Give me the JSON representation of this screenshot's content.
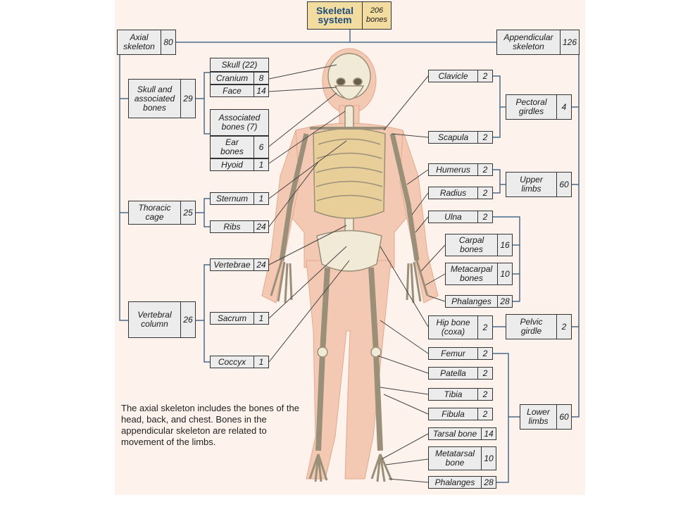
{
  "top": {
    "label": "Skeletal\nsystem",
    "count": "206",
    "unit": "bones"
  },
  "axial": {
    "label": "Axial\nskeleton",
    "count": "80"
  },
  "appendicular": {
    "label": "Appendicular\nskeleton",
    "count": "126"
  },
  "skull_assoc": {
    "label": "Skull and\nassociated\nbones",
    "count": "29"
  },
  "skull": {
    "label": "Skull (22)"
  },
  "cranium": {
    "label": "Cranium",
    "count": "8"
  },
  "face": {
    "label": "Face",
    "count": "14"
  },
  "associated": {
    "label": "Associated\nbones (7)"
  },
  "ear": {
    "label": "Ear\nbones",
    "count": "6"
  },
  "hyoid": {
    "label": "Hyoid",
    "count": "1"
  },
  "thoracic": {
    "label": "Thoracic\ncage",
    "count": "25"
  },
  "sternum": {
    "label": "Sternum",
    "count": "1"
  },
  "ribs": {
    "label": "Ribs",
    "count": "24"
  },
  "vertebral": {
    "label": "Vertebral\ncolumn",
    "count": "26"
  },
  "vertebrae": {
    "label": "Vertebrae",
    "count": "24"
  },
  "sacrum": {
    "label": "Sacrum",
    "count": "1"
  },
  "coccyx": {
    "label": "Coccyx",
    "count": "1"
  },
  "clavicle": {
    "label": "Clavicle",
    "count": "2"
  },
  "scapula": {
    "label": "Scapula",
    "count": "2"
  },
  "pectoral": {
    "label": "Pectoral\ngirdles",
    "count": "4"
  },
  "humerus": {
    "label": "Humerus",
    "count": "2"
  },
  "radius": {
    "label": "Radius",
    "count": "2"
  },
  "ulna": {
    "label": "Ulna",
    "count": "2"
  },
  "upper": {
    "label": "Upper\nlimbs",
    "count": "60"
  },
  "carpal": {
    "label": "Carpal\nbones",
    "count": "16"
  },
  "metacarpal": {
    "label": "Metacarpal\nbones",
    "count": "10"
  },
  "phalanges_hand": {
    "label": "Phalanges",
    "count": "28"
  },
  "hip": {
    "label": "Hip bone\n(coxa)",
    "count": "2"
  },
  "pelvic": {
    "label": "Pelvic\ngirdle",
    "count": "2"
  },
  "femur": {
    "label": "Femur",
    "count": "2"
  },
  "patella": {
    "label": "Patella",
    "count": "2"
  },
  "tibia": {
    "label": "Tibia",
    "count": "2"
  },
  "fibula": {
    "label": "Fibula",
    "count": "2"
  },
  "lower": {
    "label": "Lower\nlimbs",
    "count": "60"
  },
  "tarsal": {
    "label": "Tarsal bone",
    "count": "14"
  },
  "metatarsal": {
    "label": "Metatarsal\nbone",
    "count": "10"
  },
  "phalanges_foot": {
    "label": "Phalanges",
    "count": "28"
  },
  "caption": "The axial skeleton includes the bones of the head, back, and chest. Bones in the appendicular skeleton are related to movement of the limbs."
}
